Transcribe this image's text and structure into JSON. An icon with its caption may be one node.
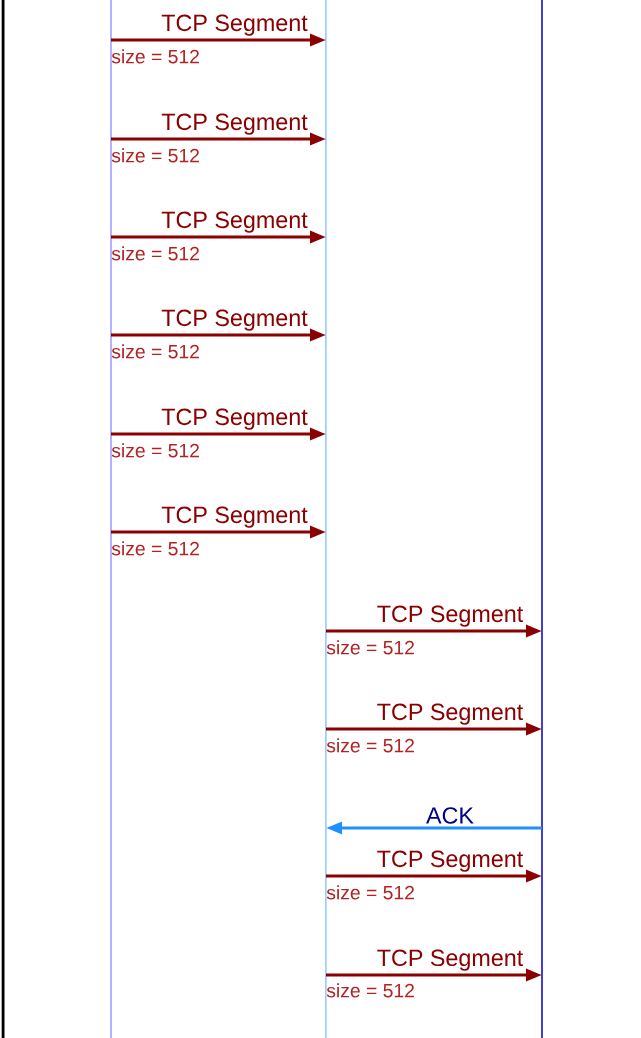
{
  "diagram": {
    "nodes": [
      {
        "text": [],
        "shape": "line"
      },
      {
        "text": [],
        "shape": "line"
      },
      {
        "text": [],
        "shape": "line"
      }
    ],
    "edges": [
      {
        "from": 0,
        "to": 1,
        "arrow": "to",
        "label": "TCP Segment"
      },
      {
        "from": 0,
        "to": 1,
        "arrow": "to",
        "label": "TCP Segment"
      },
      {
        "from": 0,
        "to": 1,
        "arrow": "to",
        "label": "TCP Segment"
      },
      {
        "from": 0,
        "to": 1,
        "arrow": "to",
        "label": "TCP Segment"
      },
      {
        "from": 0,
        "to": 1,
        "arrow": "to",
        "label": "TCP Segment"
      },
      {
        "from": 0,
        "to": 1,
        "arrow": "to",
        "label": "TCP Segment"
      },
      {
        "from": 1,
        "to": 2,
        "arrow": "to",
        "label": "TCP Segment"
      },
      {
        "from": 1,
        "to": 2,
        "arrow": "to",
        "label": "TCP Segment"
      },
      {
        "from": 2,
        "to": 1,
        "arrow": "to",
        "label": "ACK",
        "color": "#1e90ff"
      },
      {
        "from": 1,
        "to": 2,
        "arrow": "to",
        "label": "TCP Segment"
      },
      {
        "from": 1,
        "to": 2,
        "arrow": "to",
        "label": "TCP Segment"
      }
    ],
    "labels": [
      "size = 512",
      "size = 512",
      "size = 512",
      "size = 512",
      "size = 512",
      "size = 512",
      "size = 512",
      "size = 512",
      "size = 512",
      "size = 512"
    ]
  }
}
